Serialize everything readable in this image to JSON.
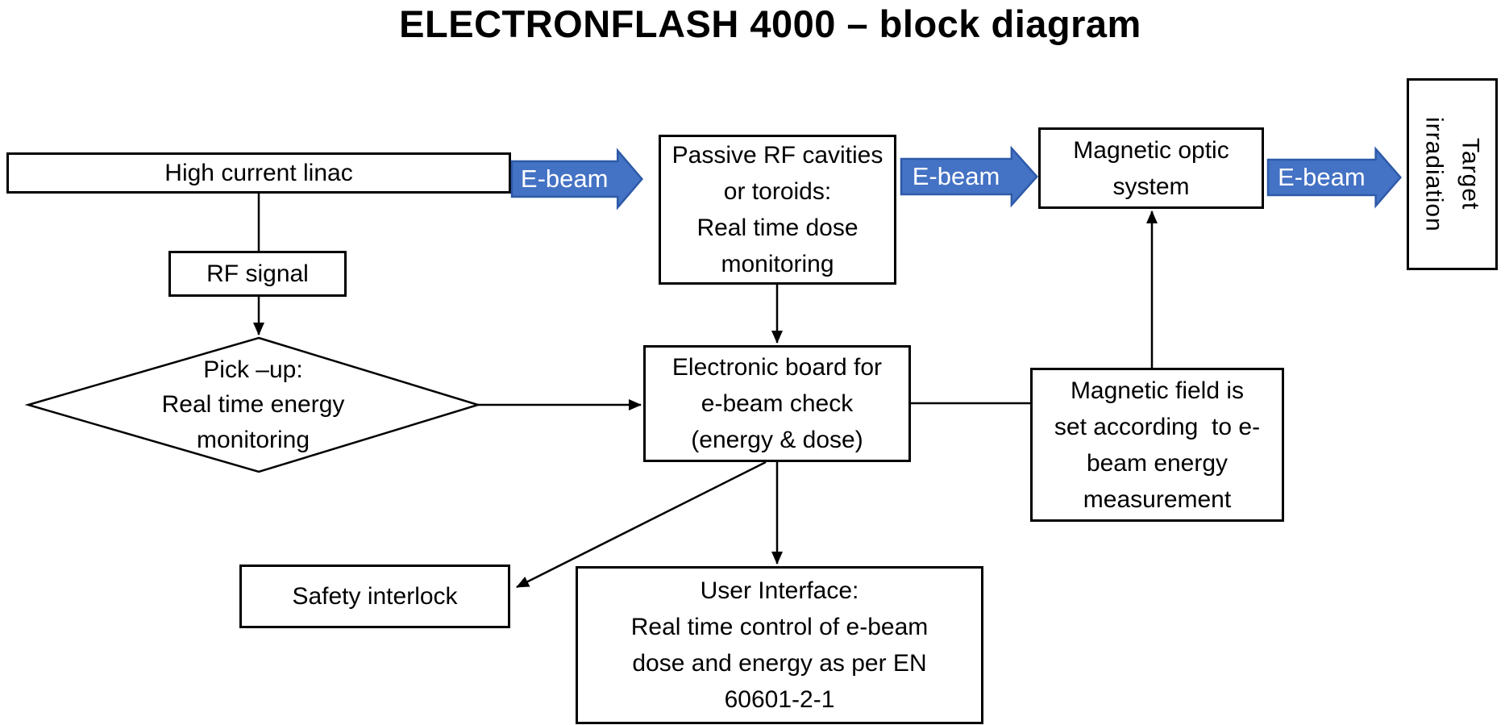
{
  "title": "ELECTRONFLASH 4000 – block diagram",
  "colors": {
    "arrow_fill": "#4472C4",
    "arrow_border": "#2E5AA8",
    "arrow_text": "#FFFFFF",
    "line": "#000000",
    "box_border": "#000000",
    "background": "#FFFFFF"
  },
  "nodes": {
    "high_current_linac": {
      "shape": "rect",
      "label": "High current linac"
    },
    "rf_signal": {
      "shape": "rect",
      "label": "RF signal"
    },
    "pick_up": {
      "shape": "diamond",
      "label": "Pick –up:\nReal time energy\nmonitoring"
    },
    "passive_rf_cavities": {
      "shape": "rect",
      "label": "Passive RF cavities\nor toroids:\nReal time dose\nmonitoring"
    },
    "magnetic_optic_system": {
      "shape": "rect",
      "label": "Magnetic optic\nsystem"
    },
    "target_irradiation": {
      "shape": "rect-rotated-text",
      "label": "Target\nirradiation"
    },
    "electronic_board": {
      "shape": "rect",
      "label": "Electronic board for\ne-beam check\n(energy & dose)"
    },
    "magnetic_field": {
      "shape": "rect",
      "label": "Magnetic field is\nset according  to e-\nbeam energy\nmeasurement"
    },
    "safety_interlock": {
      "shape": "rect",
      "label": "Safety interlock"
    },
    "user_interface": {
      "shape": "rect",
      "label": "User Interface:\nReal time control of e-beam\ndose and energy as per EN\n60601-2-1"
    }
  },
  "ebeam_arrows": [
    {
      "label": "E-beam"
    },
    {
      "label": "E-beam"
    },
    {
      "label": "E-beam"
    }
  ]
}
